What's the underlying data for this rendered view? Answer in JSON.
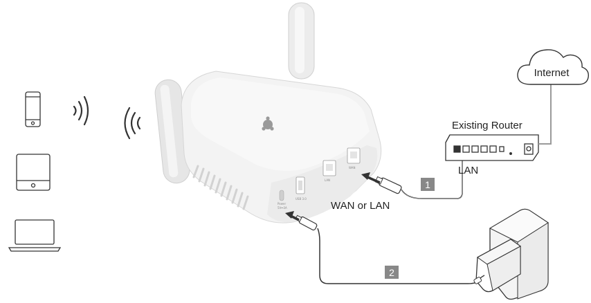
{
  "labels": {
    "internet": "Internet",
    "existing_router": "Existing Router",
    "lan": "LAN",
    "wan_or_lan": "WAN or LAN"
  },
  "steps": {
    "step1": "1",
    "step2": "2"
  },
  "port_labels": {
    "power": "Power",
    "power_spec": "5V⎓3A",
    "usb": "USB 3.0",
    "lan": "LAN",
    "wan": "WAN"
  },
  "icons": {
    "phone": "smartphone-icon",
    "tablet": "tablet-icon",
    "laptop": "laptop-icon",
    "cloud": "cloud-icon",
    "wifi": "wifi-signal-icon",
    "plug": "power-adapter-icon",
    "cable": "ethernet-cable-icon"
  },
  "colors": {
    "outline": "#333333",
    "device_body": "#eeeeee",
    "router_body": "#f1f1f1",
    "badge": "#888888",
    "cable": "#9a9a9a"
  }
}
